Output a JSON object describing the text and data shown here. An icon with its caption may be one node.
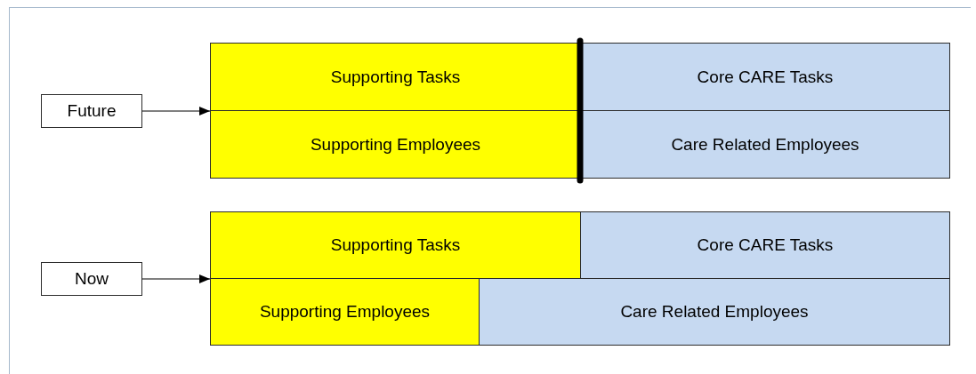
{
  "diagram": {
    "nodes": [
      {
        "text": [
          "Future"
        ]
      },
      {
        "text": [
          "Supporting Tasks"
        ]
      },
      {
        "text": [
          "Core CARE Tasks"
        ]
      },
      {
        "text": [
          "Supporting Employees"
        ]
      },
      {
        "text": [
          "Care Related Employees"
        ]
      },
      {
        "text": [
          "Now"
        ]
      },
      {
        "text": [
          "Supporting Tasks"
        ]
      },
      {
        "text": [
          "Core CARE Tasks"
        ]
      },
      {
        "text": [
          "Supporting Employees"
        ]
      },
      {
        "text": [
          "Care Related Employees"
        ]
      }
    ],
    "edges": [
      {
        "from": 0,
        "to": 1,
        "arrow": "to"
      },
      {
        "from": 5,
        "to": 6,
        "arrow": "to"
      }
    ]
  }
}
